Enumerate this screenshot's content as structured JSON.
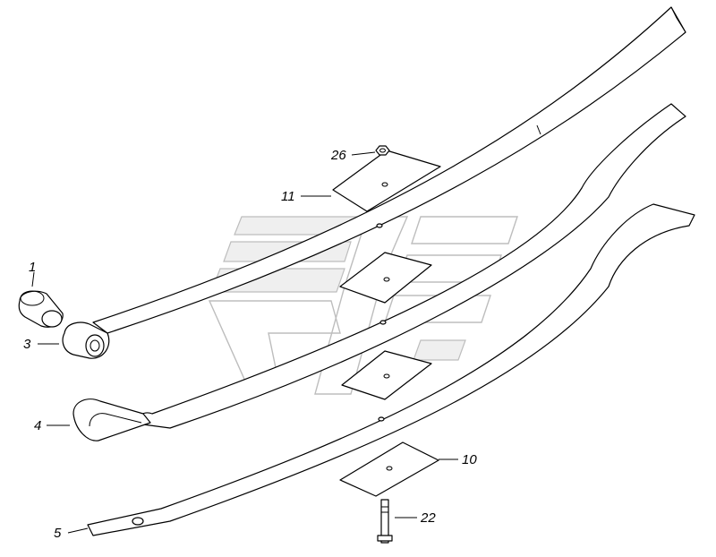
{
  "diagram": {
    "callouts": [
      {
        "id": "c1",
        "number": "1"
      },
      {
        "id": "c3",
        "number": "3"
      },
      {
        "id": "c4",
        "number": "4"
      },
      {
        "id": "c5",
        "number": "5"
      },
      {
        "id": "c10",
        "number": "10"
      },
      {
        "id": "c11",
        "number": "11"
      },
      {
        "id": "c22",
        "number": "22"
      },
      {
        "id": "c26",
        "number": "26"
      }
    ],
    "line_color": "#000000",
    "watermark_color": "#bdbdbd"
  }
}
